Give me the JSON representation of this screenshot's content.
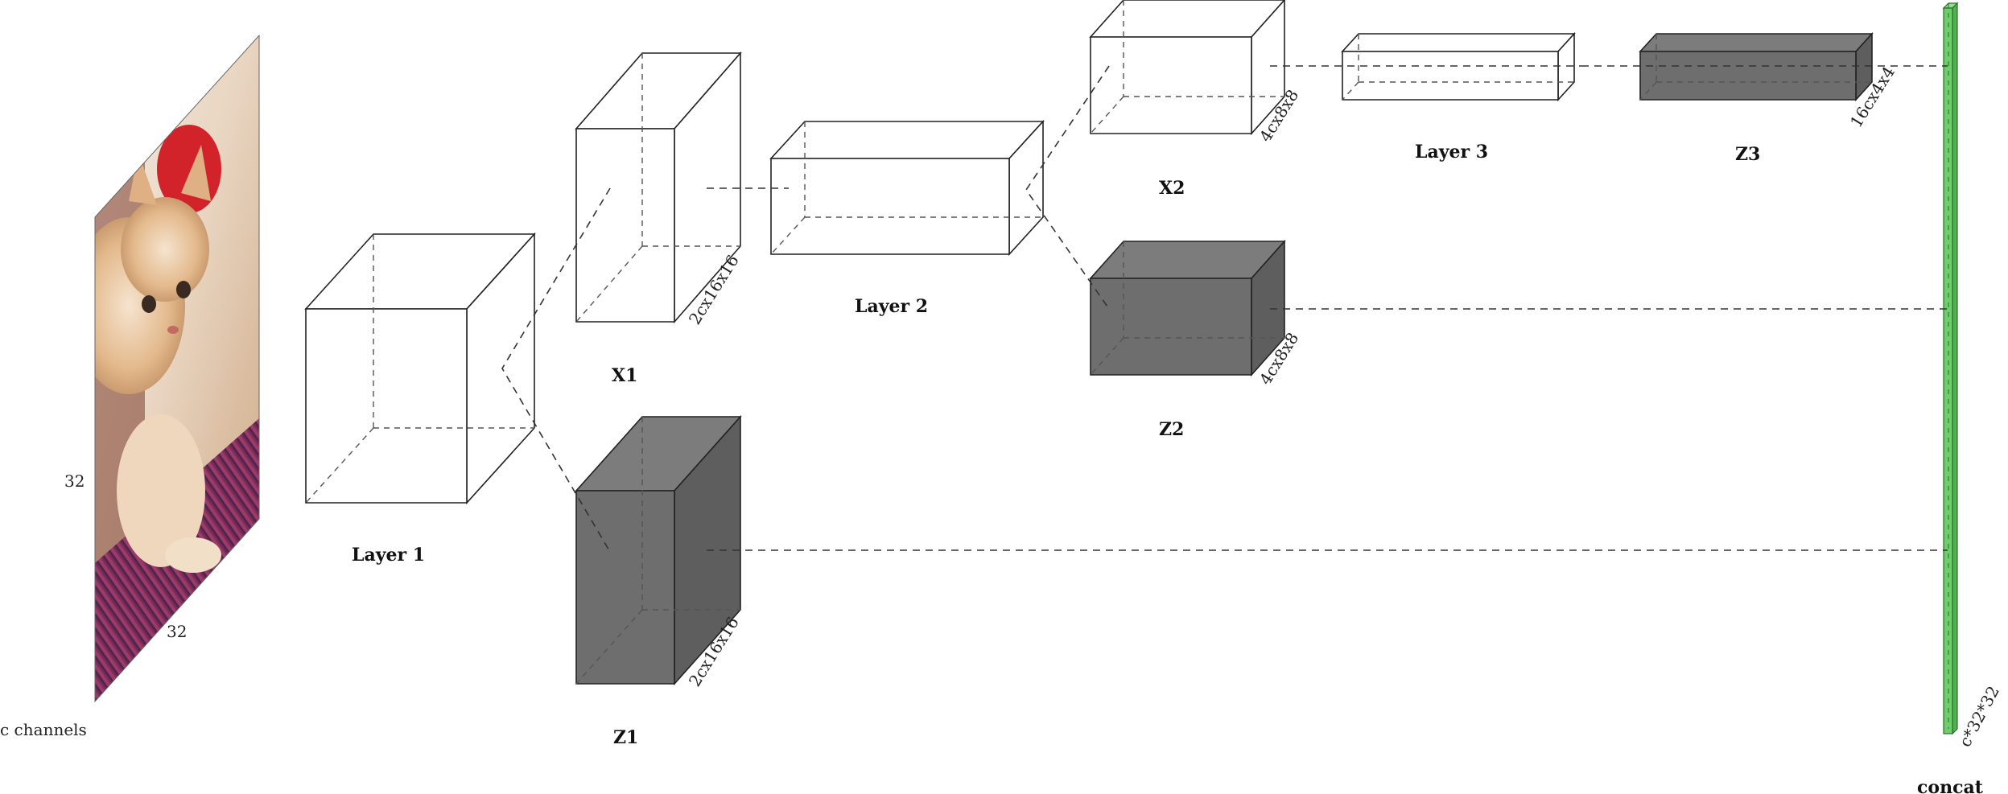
{
  "input": {
    "height_label": "32",
    "width_label": "32",
    "channels_label": "c channels"
  },
  "blocks": {
    "layer1": {
      "label": "Layer 1"
    },
    "x1": {
      "label": "X1",
      "dims": "2cx16x16"
    },
    "z1": {
      "label": "Z1",
      "dims": "2cx16x16"
    },
    "layer2": {
      "label": "Layer 2"
    },
    "x2": {
      "label": "X2",
      "dims": "4cx8x8"
    },
    "z2": {
      "label": "Z2",
      "dims": "4cx8x8"
    },
    "layer3": {
      "label": "Layer 3"
    },
    "z3": {
      "label": "Z3",
      "dims": "16cx4x4"
    },
    "concat": {
      "label": "concat",
      "dims": "c*32*32"
    }
  },
  "colors": {
    "gray_block": "#6e6e6e",
    "concat_green": "#6ccf6c",
    "edge": "#222222"
  }
}
